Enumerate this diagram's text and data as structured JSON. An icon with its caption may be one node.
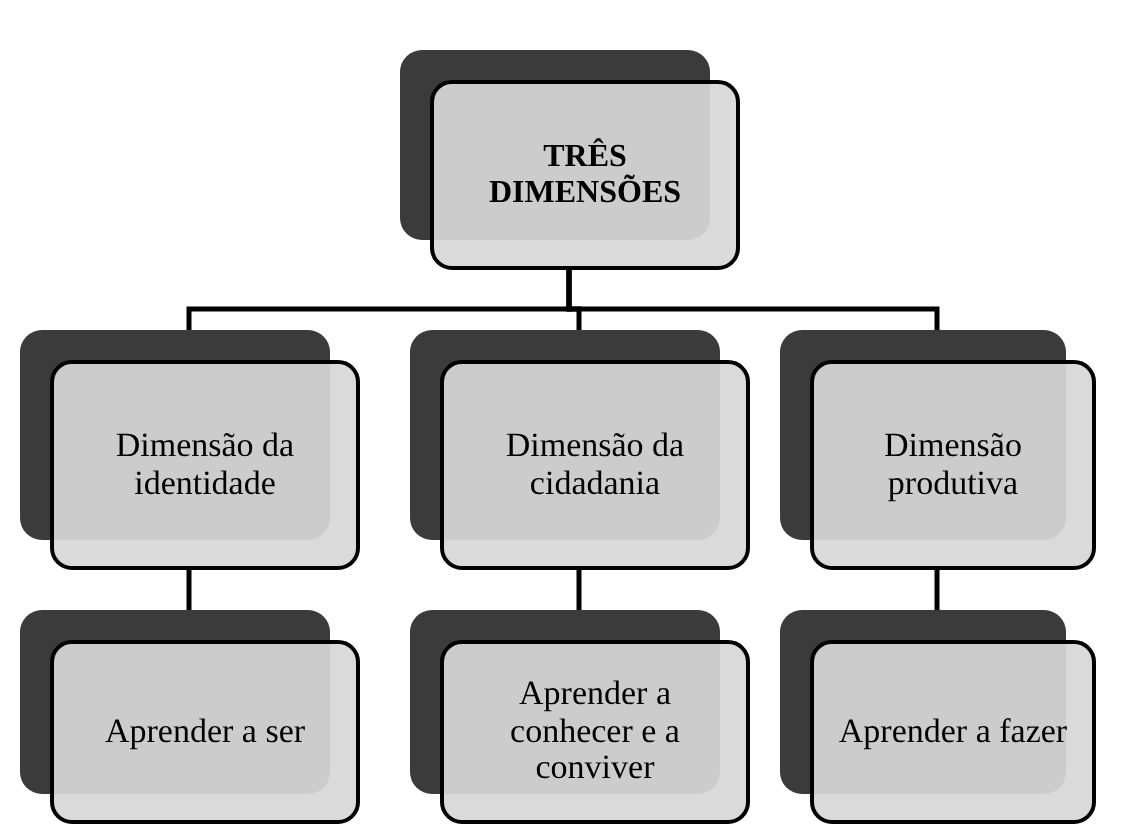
{
  "diagram": {
    "nodes": [
      {
        "text": [
          "TRÊS DIMENSÕES"
        ]
      },
      {
        "text": [
          "Dimensão da identidade"
        ]
      },
      {
        "text": [
          "Dimensão da cidadania"
        ]
      },
      {
        "text": [
          "Dimensão produtiva"
        ]
      },
      {
        "text": [
          "Aprender a ser"
        ]
      },
      {
        "text": [
          "Aprender a conhecer e a conviver"
        ]
      },
      {
        "text": [
          "Aprender a fazer"
        ]
      }
    ],
    "edges": [
      {
        "from": 0,
        "to": 1,
        "arrow": "none"
      },
      {
        "from": 0,
        "to": 2,
        "arrow": "none"
      },
      {
        "from": 0,
        "to": 3,
        "arrow": "none"
      },
      {
        "from": 1,
        "to": 4,
        "arrow": "none"
      },
      {
        "from": 2,
        "to": 5,
        "arrow": "none"
      },
      {
        "from": 3,
        "to": 6,
        "arrow": "none"
      }
    ]
  }
}
